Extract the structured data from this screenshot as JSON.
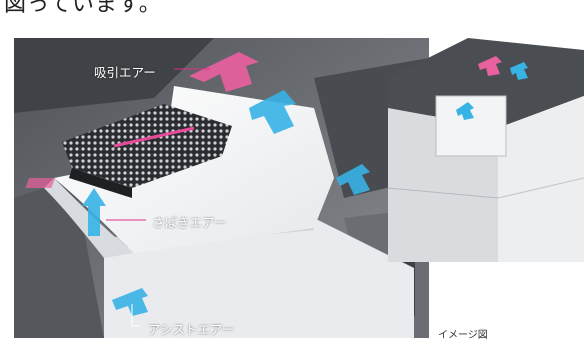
{
  "intro_text_fragment": "図っています。",
  "labels": {
    "suction_air": "吸引エアー",
    "separation_air": "さばきエアー",
    "assist_air": "アシストエアー"
  },
  "caption": "イメージ図",
  "colors": {
    "suction_arrow": "#e8609e",
    "blue_arrow": "#37b3e6",
    "callout_line": "#e0308a",
    "paper": "#f4f5f7",
    "machine_dark": "#5f6266"
  }
}
